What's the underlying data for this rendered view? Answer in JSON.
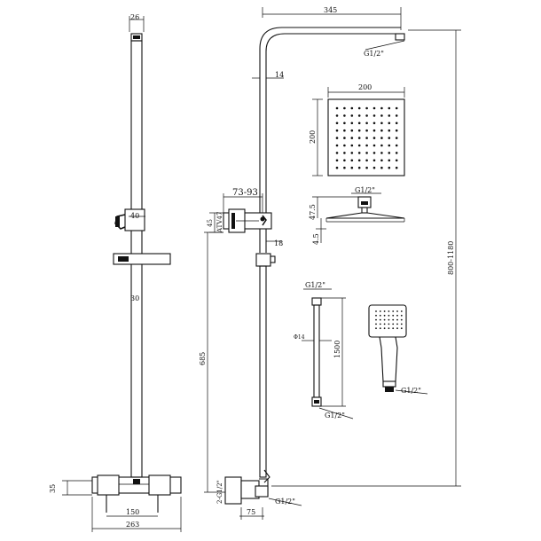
{
  "drawing": {
    "left_view": {
      "top_width": "26",
      "holder_width": "40",
      "rail_diameter": "30",
      "valve_height": "35",
      "valve_centres": "150",
      "valve_width": "263"
    },
    "right_view": {
      "arm_length": "345",
      "arm_connection": "G1/2\"",
      "arm_tube": "14",
      "diverter_adjust": "73-93",
      "diverter_dim_a": "45",
      "diverter_dim_b": "ATV47",
      "clamp_spacing": "18",
      "bracket_height": "685",
      "outlet_dim": "2-G1/2\"",
      "outlet_offset": "75",
      "outlet_connection": "G1/2\"",
      "overall_height": "800-1180"
    },
    "shower_head": {
      "width": "200",
      "depth": "200",
      "connection": "G1/2\"",
      "thickness": "47.5",
      "plate_thickness": "4.5"
    },
    "hose": {
      "top_connection": "G1/2\"",
      "diameter": "Φ14",
      "length": "1500",
      "bottom_connection": "G1/2\""
    },
    "hand_shower": {
      "connection": "G1/2\""
    }
  }
}
